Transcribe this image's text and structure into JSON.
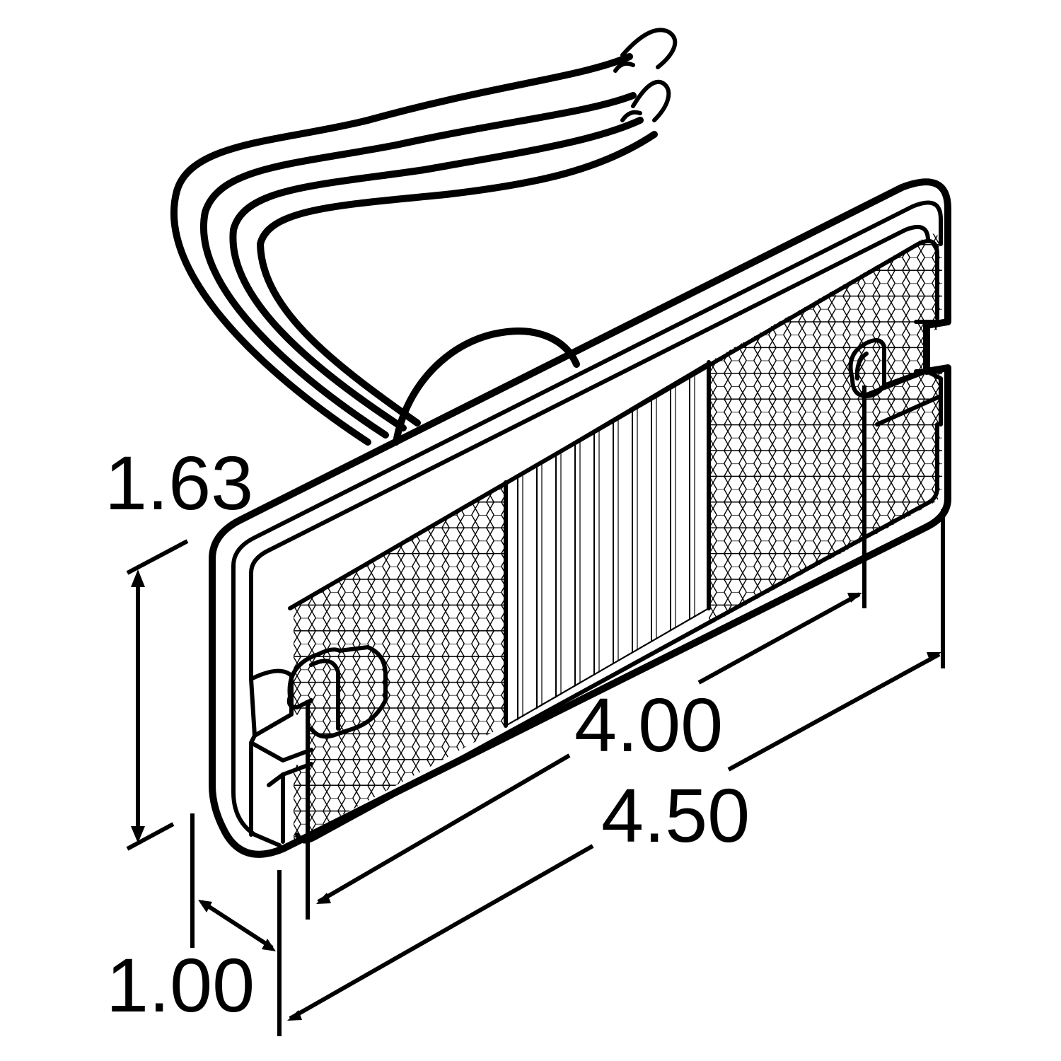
{
  "diagram": {
    "dimensions": {
      "height": "1.63",
      "depth": "1.00",
      "hole_spacing": "4.00",
      "overall_length": "4.50"
    },
    "stroke_color": "#000000",
    "background_color": "#ffffff"
  }
}
